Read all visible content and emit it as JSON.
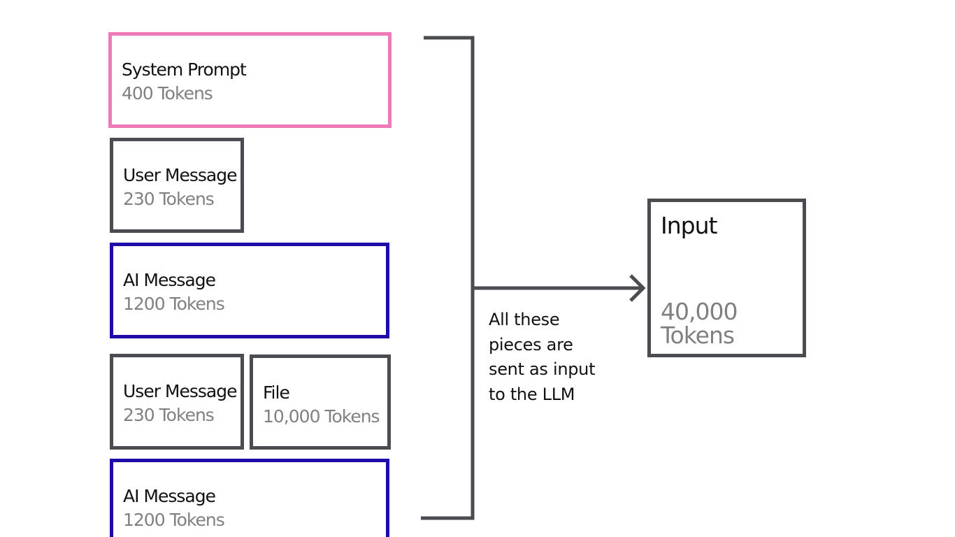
{
  "colors": {
    "system_border": "#ee7ab8",
    "user_border": "#4a4c52",
    "ai_border": "#1e0aa6",
    "tokens_text": "#808080",
    "line": "#4a4c52"
  },
  "blocks": [
    {
      "title": "System Prompt",
      "tokens": "400 Tokens",
      "kind": "system"
    },
    {
      "title": "User Message",
      "tokens": "230 Tokens",
      "kind": "user"
    },
    {
      "title": "AI Message",
      "tokens": "1200 Tokens",
      "kind": "ai"
    },
    {
      "title": "User Message",
      "tokens": "230 Tokens",
      "kind": "user"
    },
    {
      "title": "File",
      "tokens": "10,000 Tokens",
      "kind": "user"
    },
    {
      "title": "AI Message",
      "tokens": "1200 Tokens",
      "kind": "ai"
    }
  ],
  "caption": {
    "line1": "All these",
    "line2": "pieces are",
    "line3": "sent as input",
    "line4": "to the LLM"
  },
  "input_box": {
    "title": "Input",
    "tokens_line1": "40,000",
    "tokens_line2": "Tokens"
  }
}
